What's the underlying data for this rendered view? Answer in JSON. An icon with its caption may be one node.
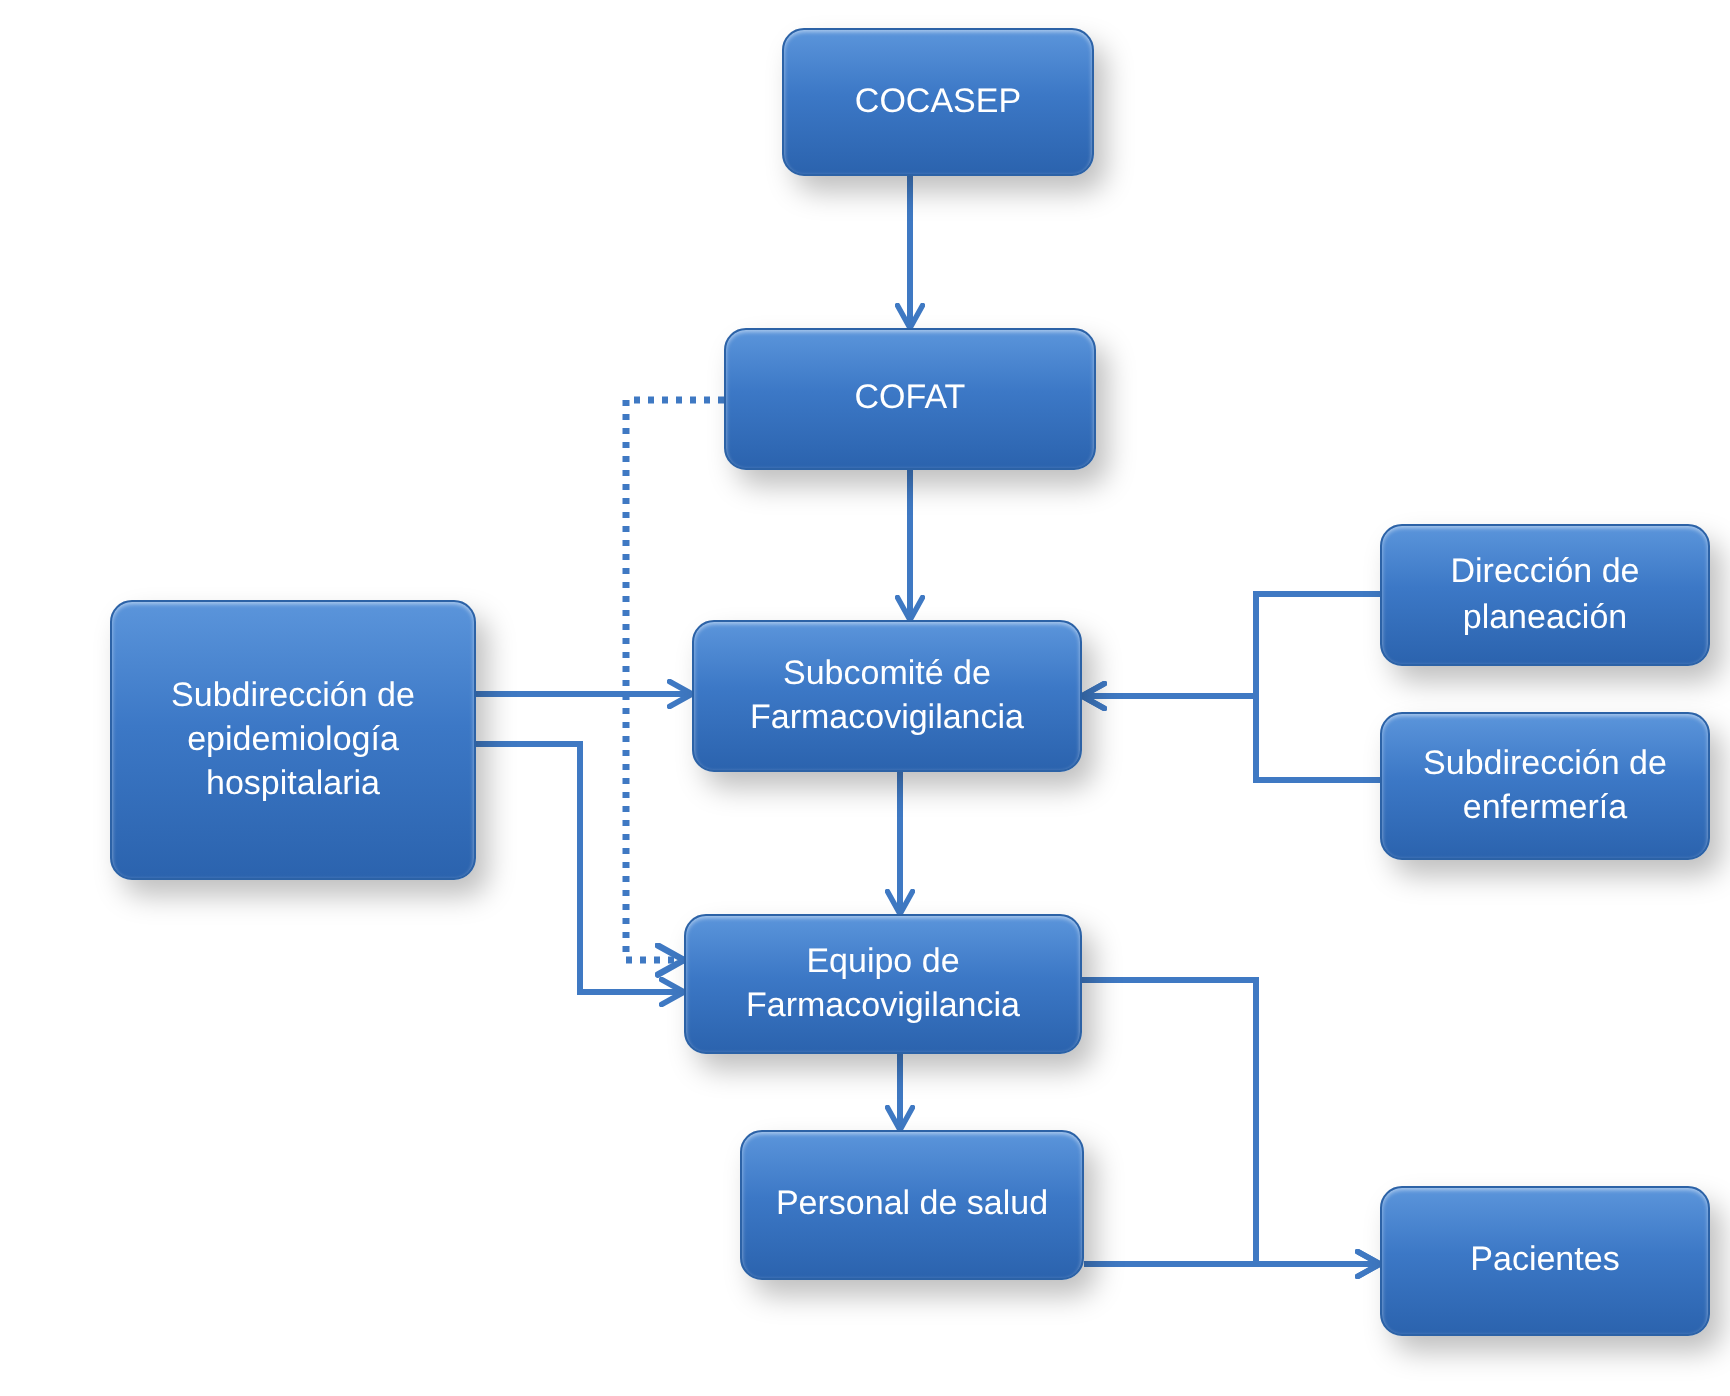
{
  "diagram": {
    "nodes": [
      {
        "text": [
          "COCASEP"
        ]
      },
      {
        "text": [
          "COFAT"
        ]
      },
      {
        "text": [
          "Subdirección de epidemiología hospitalaria"
        ]
      },
      {
        "text": [
          "Subcomité de Farmacovigilancia"
        ]
      },
      {
        "text": [
          "Dirección de planeación"
        ]
      },
      {
        "text": [
          "Subdirección de enfermería"
        ]
      },
      {
        "text": [
          "Equipo de Farmacovigilancia"
        ]
      },
      {
        "text": [
          "Personal de salud"
        ]
      },
      {
        "text": [
          "Pacientes"
        ]
      }
    ],
    "edges": [
      {
        "from": 0,
        "to": 1,
        "arrow": "to"
      },
      {
        "from": 1,
        "to": 3,
        "arrow": "to"
      },
      {
        "from": 3,
        "to": 6,
        "arrow": "to"
      },
      {
        "from": 6,
        "to": 7,
        "arrow": "to"
      },
      {
        "from": 2,
        "to": 3,
        "arrow": "to"
      },
      {
        "from": 2,
        "to": 6,
        "arrow": "to"
      },
      {
        "from": 4,
        "to": 3,
        "arrow": "to"
      },
      {
        "from": 5,
        "to": 3,
        "arrow": "to"
      },
      {
        "from": 1,
        "to": 6,
        "arrow": "to",
        "style": "dashed"
      },
      {
        "from": 6,
        "to": 8,
        "arrow": "to"
      },
      {
        "from": 7,
        "to": 8,
        "arrow": "to"
      }
    ]
  }
}
